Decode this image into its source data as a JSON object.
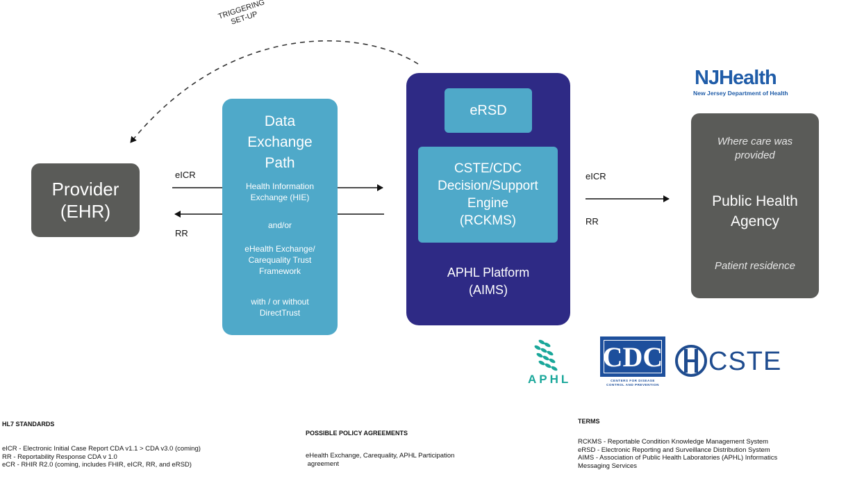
{
  "triggering": {
    "line1": "TRIGGERING",
    "line2": "SET-UP"
  },
  "provider": {
    "line1": "Provider",
    "line2": "(EHR)"
  },
  "flows": {
    "left_top": "eICR",
    "left_bottom": "RR",
    "right_top": "eICR",
    "right_bottom": "RR"
  },
  "data_exchange": {
    "title_lines": [
      "Data",
      "Exchange",
      "Path"
    ],
    "hie": [
      "Health Information",
      "Exchange (HIE)"
    ],
    "andor": "and/or",
    "ehealth": [
      "eHealth Exchange/",
      "Carequality Trust",
      "Framework"
    ],
    "direct": [
      "with / or without",
      "DirectTrust"
    ]
  },
  "aphl_platform": {
    "ersd": "eRSD",
    "engine_lines": [
      "CSTE/CDC",
      "Decision/Support",
      "Engine",
      "(RCKMS)"
    ],
    "platform_lines": [
      "APHL Platform",
      "(AIMS)"
    ]
  },
  "public_health": {
    "top": [
      "Where care was",
      "provided"
    ],
    "main": [
      "Public Health",
      "Agency"
    ],
    "bottom": "Patient residence"
  },
  "nj_logo": {
    "main_nj": "NJ",
    "main_health": "Health",
    "sub": "New Jersey Department of Health"
  },
  "logos": {
    "aphl": "APHL",
    "cdc": "CDC",
    "cdc_sub1": "CENTERS FOR DISEASE",
    "cdc_sub2": "CONTROL AND PREVENTION",
    "cste": "CSTE"
  },
  "hl7": {
    "heading": "HL7 STANDARDS",
    "lines": [
      "eICR - Electronic Initial Case Report CDA v1.1 > CDA v3.0 (coming)",
      "RR - Reportability Response CDA v 1.0",
      "eCR - RHIR R2.0 (coming, includes FHIR, eICR, RR, and eRSD)"
    ]
  },
  "policy": {
    "heading": "POSSIBLE POLICY AGREEMENTS",
    "lines": [
      "eHealth Exchange, Carequality, APHL Participation",
      " agreement"
    ]
  },
  "terms": {
    "heading": "TERMS",
    "lines": [
      "RCKMS - Reportable Condition Knowledge Management System",
      "eRSD - Electronic Reporting and Surveillance Distribution System",
      "AIMS - Association of Public Health Laboratories (APHL) Informatics",
      "Messaging Services"
    ]
  },
  "colors": {
    "dark_gray": "#5a5b58",
    "teal": "#4fa9c9",
    "navy": "#2e2a85",
    "nj_blue": "#1f5ca8",
    "nj_green": "#2e9c48",
    "aphl_teal": "#1aa79a",
    "cdc_blue": "#1d4f9c",
    "cste_blue": "#1f4c8f"
  }
}
